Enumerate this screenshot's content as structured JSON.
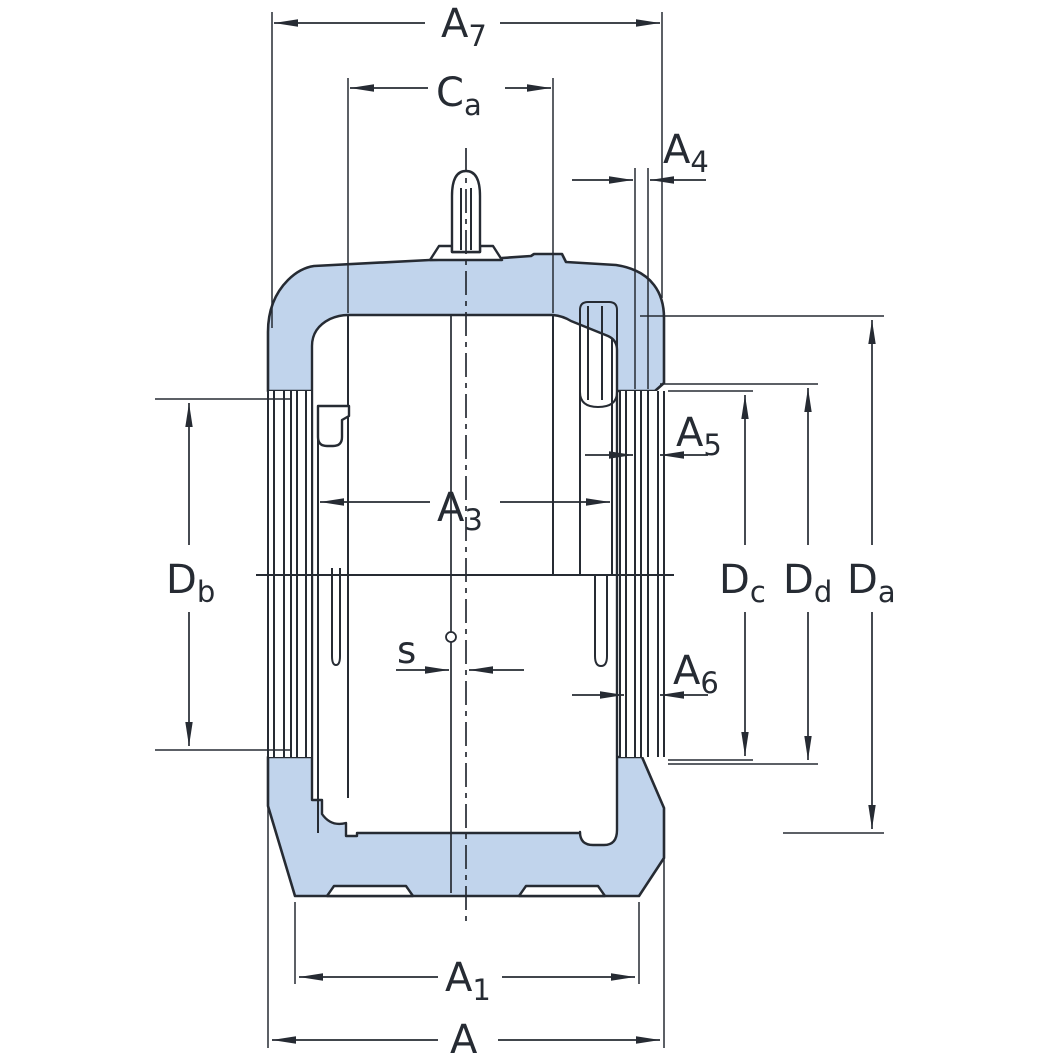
{
  "figure": {
    "type": "technical-dimension-drawing",
    "subject": "split plummer block bearing housing cross-section"
  },
  "colors": {
    "background": "#ffffff",
    "line": "#262b33",
    "housing_fill": "#c1d4ec"
  },
  "labels": {
    "a7": {
      "base": "A",
      "sub": "7"
    },
    "ca": {
      "base": "C",
      "sub": "a"
    },
    "a4": {
      "base": "A",
      "sub": "4"
    },
    "a5": {
      "base": "A",
      "sub": "5"
    },
    "a3": {
      "base": "A",
      "sub": "3"
    },
    "a6": {
      "base": "A",
      "sub": "6"
    },
    "db": {
      "base": "D",
      "sub": "b"
    },
    "s": {
      "base": "s",
      "sub": ""
    },
    "dc": {
      "base": "D",
      "sub": "c"
    },
    "dd": {
      "base": "D",
      "sub": "d"
    },
    "da": {
      "base": "D",
      "sub": "a"
    },
    "a1": {
      "base": "A",
      "sub": "1"
    },
    "a": {
      "base": "A",
      "sub": ""
    }
  }
}
